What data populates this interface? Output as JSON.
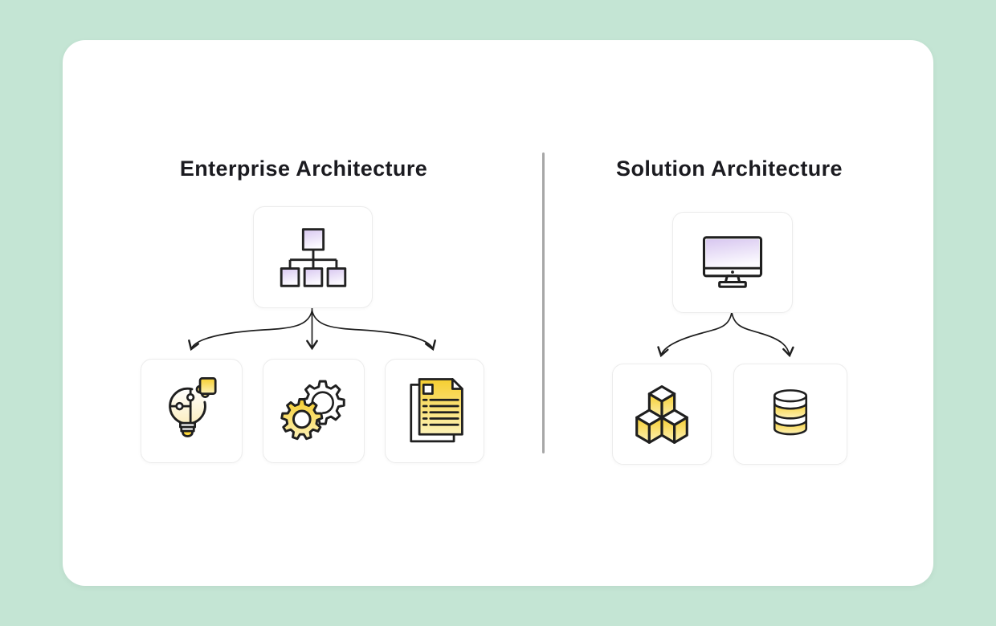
{
  "page": {
    "background_color": "#c4e5d4",
    "surface_color": "#ffffff"
  },
  "panels": [
    {
      "id": "enterprise",
      "title": "Enterprise Architecture",
      "root": {
        "icon": "org-hierarchy-icon"
      },
      "children": [
        {
          "icon": "idea-puzzle-icon"
        },
        {
          "icon": "gears-icon"
        },
        {
          "icon": "documents-icon"
        }
      ]
    },
    {
      "id": "solution",
      "title": "Solution Architecture",
      "root": {
        "icon": "monitor-icon"
      },
      "children": [
        {
          "icon": "cubes-icon"
        },
        {
          "icon": "database-icon"
        }
      ]
    }
  ],
  "colors": {
    "outline": "#1f1f1f",
    "accent_yellow": "#f7cf2f",
    "accent_yellow_light": "#fdf2b8",
    "accent_purple": "#d8c7f0",
    "divider": "#a7a7a7",
    "title_text": "#1b1b20"
  }
}
